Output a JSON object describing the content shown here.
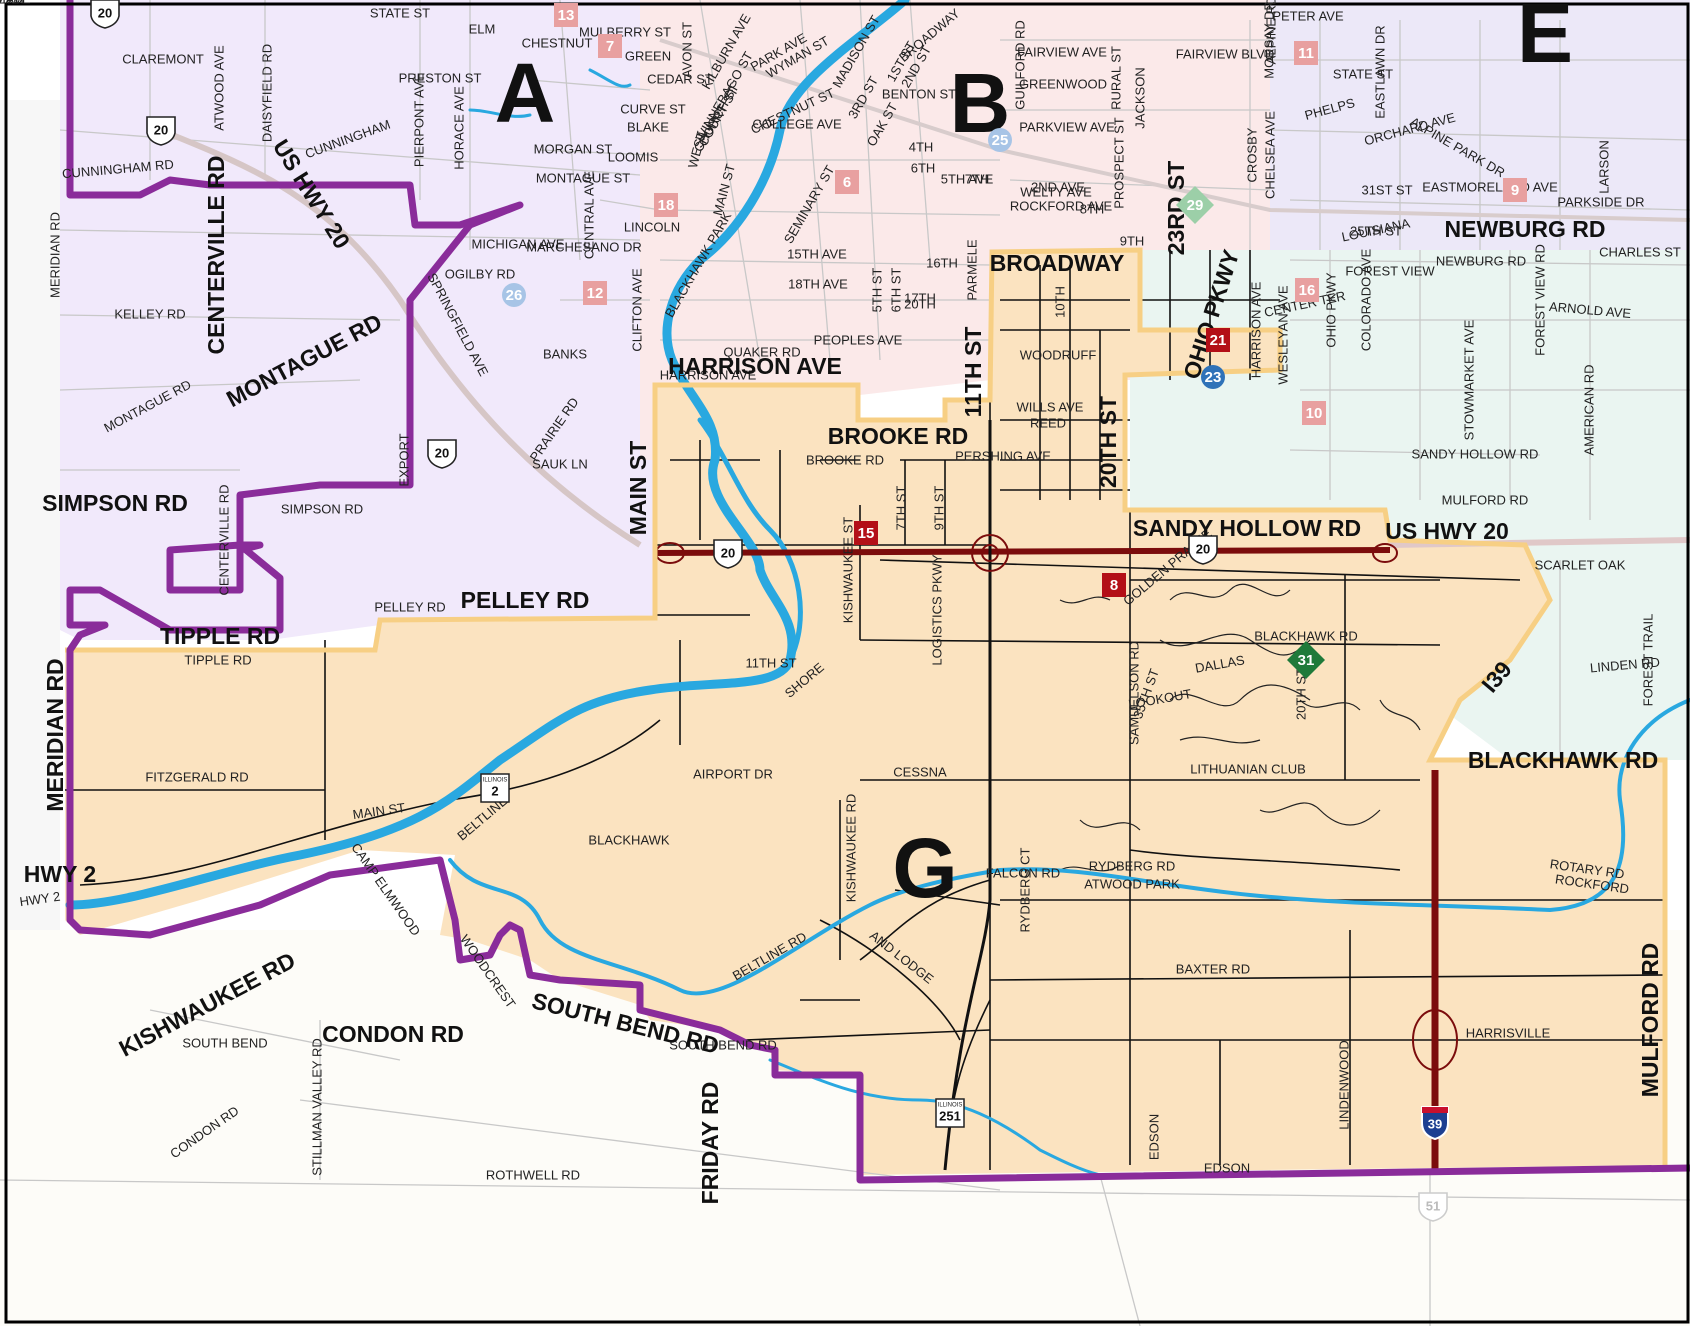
{
  "districts": [
    {
      "letter": "A",
      "fill": "#f1e9fb"
    },
    {
      "letter": "B",
      "fill": "#fbe9e9"
    },
    {
      "letter": "E",
      "fill": "#ece8f8"
    },
    {
      "letter": "G",
      "fill": "#fbe3c0"
    }
  ],
  "colors": {
    "focus_district": "#fbe3c0",
    "focus_boundary": "#f7cf84",
    "outer_boundary": "#8a2c9a",
    "river": "#29a8e0",
    "highway": "#7b0c0c",
    "local_road": "#111111",
    "background_road": "#bdbdbd",
    "marker_red": "#b30f17",
    "marker_faded": "#e8a0a0",
    "marker_green": "#1f7a3a",
    "marker_blue": "#2f72b8"
  },
  "major_labels": [
    "CENTERVILLE RD",
    "US HWY 20",
    "MONTAGUE RD",
    "SIMPSON RD",
    "MERIDIAN RD",
    "TIPPLE RD",
    "PELLEY RD",
    "MAIN ST",
    "HARRISON AVE",
    "BROOKE RD",
    "11TH ST",
    "BROADWAY",
    "23RD ST",
    "OHIO PKWY",
    "20TH ST",
    "SANDY HOLLOW RD",
    "US HWY 20",
    "NEWBURG RD",
    "I39",
    "BLACKHAWK RD",
    "HWY 2",
    "KISHWAUKEE RD",
    "CONDON RD",
    "SOUTH BEND RD",
    "FRIDAY RD",
    "MULFORD RD"
  ],
  "minor_labels": [
    "STATE ST",
    "ELM",
    "CHESTNUT",
    "MULBERRY ST",
    "GREEN",
    "CEDAR ST",
    "CLAREMONT",
    "ATWOOD AVE",
    "DAISYFIELD RD",
    "PRESTON ST",
    "PIERPONT AVE",
    "HORACE AVE",
    "CUNNINGHAM",
    "CUNNINGHAM RD",
    "MERIDIAN RD",
    "KELLEY RD",
    "MORGAN ST",
    "LOOMIS",
    "MONTAGUE ST",
    "CURVE ST",
    "BLAKE",
    "CENTRAL AVE",
    "LINCOLN",
    "MICHIGAN AVE",
    "MARCHESANO DR",
    "OGILBY RD",
    "SPRINGFIELD AVE",
    "BANKS",
    "MONTAGUE RD",
    "PRAIRIE RD",
    "SAUK LN",
    "EXPORT",
    "SIMPSON RD",
    "CENTERVILLE RD",
    "PELLEY RD",
    "TIPPLE RD",
    "FITZGERALD RD",
    "MAIN ST",
    "HWY 2",
    "CLIFTON AVE",
    "AVON ST",
    "KILBURN AVE",
    "PARK AVE",
    "WYMAN ST",
    "MADISON ST",
    "COURT ST",
    "CHURCH ST",
    "WINNEBAGO ST",
    "WEST",
    "MAIN ST",
    "CHESTNUT ST",
    "SEMINARY ST",
    "BLACKHAWK PARK",
    "1ST ST",
    "2ND ST",
    "3RD ST",
    "OAK ST",
    "COLLEGE AVE",
    "BENTON ST",
    "4TH",
    "5TH AVE",
    "6TH",
    "7TH",
    "15TH AVE",
    "18TH AVE",
    "16TH",
    "17TH",
    "20TH",
    "5TH ST",
    "6TH ST",
    "PARMELE",
    "QUAKER RD",
    "PEOPLES AVE",
    "HARRISON AVE",
    "BROOKE RD",
    "7TH ST",
    "9TH ST",
    "PERSHING AVE",
    "REED",
    "WILLS AVE",
    "KISHWAUKEE ST",
    "LOGISTICS PKWY",
    "11TH ST",
    "SHORE",
    "AIRPORT DR",
    "CESSNA",
    "BLACKHAWK",
    "BELTLINE",
    "KISHWAUKEE RD",
    "FALCON RD",
    "RYDBERG CT",
    "RYDBERG RD",
    "ATWOOD PARK",
    "AND LODGE",
    "BELTLINE RD",
    "CAMP ELMWOOD",
    "WOODCREST",
    "SOUTH BEND RD",
    "SOUTH BEND",
    "CONDON RD",
    "STILLMAN VALLEY RD",
    "ROTHWELL RD",
    "EDSON",
    "EDSON",
    "LINDENWOOD",
    "HARRISVILLE",
    "BAXTER RD",
    "ROTARY RD",
    "ROCKFORD",
    "LITHUANIAN CLUB",
    "BLACKHAWK RD",
    "SAMUELSON RD",
    "20TH ST",
    "35TH ST",
    "DALLAS",
    "LOOKOUT",
    "GOLDEN PRAIRIE",
    "SCARLET OAK",
    "LINDEN RD",
    "FOREST TRAIL",
    "MULFORD RD",
    "SANDY HOLLOW RD",
    "AMERICAN RD",
    "STOWMARKET AVE",
    "FOREST VIEW RD",
    "ARNOLD AVE",
    "CHARLES ST",
    "NEWBURG RD",
    "FOREST VIEW",
    "LOUISIANA",
    "CENTER TER",
    "WESLEYAN AVE",
    "HARRISON AVE",
    "COLORADO AVE",
    "OHIO PKWY",
    "25TH ST",
    "31ST ST",
    "EASTMORELAND AVE",
    "PARKSIDE DR",
    "LARSON",
    "ALPINE PARK DR",
    "ORCHARD AVE",
    "PHELPS",
    "EASTLAWN DR",
    "STATE ST",
    "MORSAY DR",
    "ALPINE RD",
    "CROSBY",
    "CHELSEA AVE",
    "FAIRVIEW BLVD",
    "PETER AVE",
    "FAIRVIEW AVE",
    "GREENWOOD",
    "GUILFORD RD",
    "RURAL ST",
    "JACKSON",
    "PROSPECT ST",
    "PARKVIEW AVE",
    "WELTY AVE",
    "ROCKFORD AVE",
    "2ND AVE",
    "8TH",
    "9TH",
    "10TH",
    "WOODRUFF",
    "BROADWAY",
    "15TH ST",
    "23RD AVE",
    "Y BLVD"
  ],
  "markers": [
    {
      "label": "13",
      "kind": "faded"
    },
    {
      "label": "7",
      "kind": "faded"
    },
    {
      "label": "18",
      "kind": "faded"
    },
    {
      "label": "12",
      "kind": "faded"
    },
    {
      "label": "6",
      "kind": "faded"
    },
    {
      "label": "26",
      "kind": "blue-faded"
    },
    {
      "label": "25",
      "kind": "blue-faded"
    },
    {
      "label": "29",
      "kind": "green-faded"
    },
    {
      "label": "11",
      "kind": "faded"
    },
    {
      "label": "9",
      "kind": "faded"
    },
    {
      "label": "16",
      "kind": "faded"
    },
    {
      "label": "10",
      "kind": "faded"
    },
    {
      "label": "21",
      "kind": "red"
    },
    {
      "label": "23",
      "kind": "blue"
    },
    {
      "label": "15",
      "kind": "red"
    },
    {
      "label": "8",
      "kind": "red"
    },
    {
      "label": "31",
      "kind": "green"
    }
  ],
  "shields": [
    {
      "label": "20",
      "kind": "us"
    },
    {
      "label": "20",
      "kind": "us"
    },
    {
      "label": "20",
      "kind": "us"
    },
    {
      "label": "20",
      "kind": "us"
    },
    {
      "label": "20",
      "kind": "us"
    },
    {
      "label": "2",
      "kind": "state"
    },
    {
      "label": "251",
      "kind": "state"
    },
    {
      "label": "39",
      "kind": "interstate"
    },
    {
      "label": "51",
      "kind": "us-faded"
    }
  ],
  "shield_captions": {
    "state": "ILLINOIS"
  }
}
